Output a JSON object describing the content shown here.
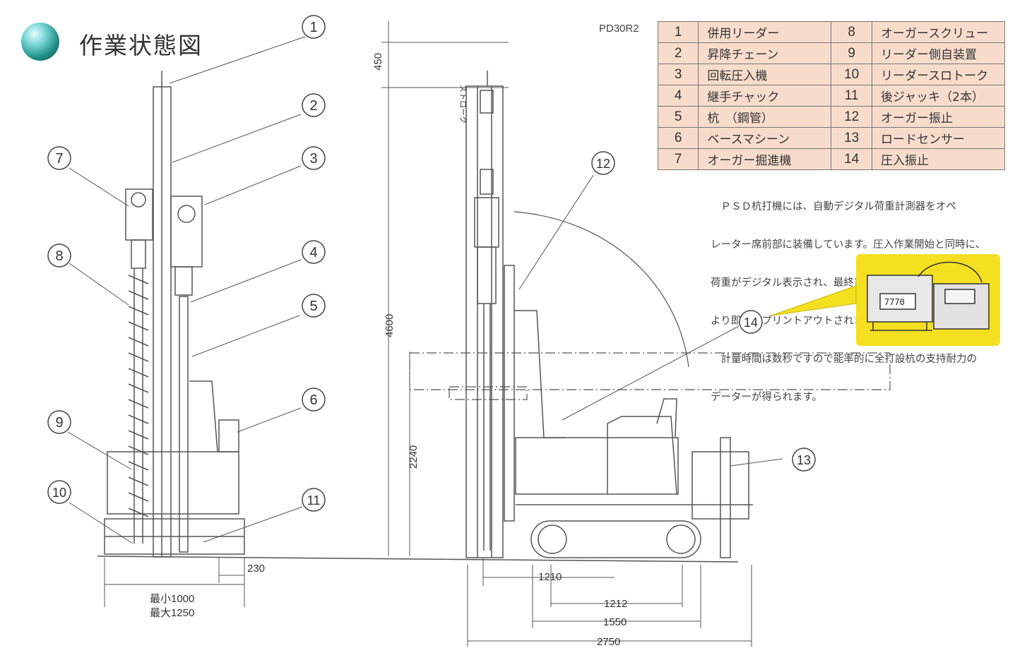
{
  "title": "作業状態図",
  "model": "PD30R2",
  "legend": [
    {
      "n1": "1",
      "l1": "併用リーダー",
      "n2": "8",
      "l2": "オーガースクリュー"
    },
    {
      "n1": "2",
      "l1": "昇降チェーン",
      "n2": "9",
      "l2": "リーダー側自装置"
    },
    {
      "n1": "3",
      "l1": "回転圧入機",
      "n2": "10",
      "l2": "リーダースロトーク"
    },
    {
      "n1": "4",
      "l1": "継手チャック",
      "n2": "11",
      "l2": "後ジャッキ（2本）"
    },
    {
      "n1": "5",
      "l1": "杭　（鋼管）",
      "n2": "12",
      "l2": "オーガー振止"
    },
    {
      "n1": "6",
      "l1": "ベースマシーン",
      "n2": "13",
      "l2": "ロードセンサー"
    },
    {
      "n1": "7",
      "l1": "オーガー掘進機",
      "n2": "14",
      "l2": "圧入振止"
    }
  ],
  "note_lines": [
    "　ＰＳＤ杭打機には、自動デジタル荷重計測器をオペ",
    "レーター席前部に装備しています。圧入作業開始と同時に、",
    "荷重がデジタル表示され、最終貫入時の値が、プリンター",
    "より即座にプリントアウトされます。",
    "　計量時間は数秒ですので能率的に全打設杭の支持耐力の",
    "データーが得られます。"
  ],
  "display_reading": "7770",
  "callout_numbers": [
    "1",
    "2",
    "3",
    "4",
    "5",
    "6",
    "7",
    "8",
    "9",
    "10",
    "11",
    "12",
    "13",
    "14"
  ],
  "dimensions": {
    "stroke_label": "ストローク",
    "d450": "450",
    "d4600": "4600",
    "d2240": "2240",
    "d230": "230",
    "min_width": "最小1000",
    "max_width": "最大1250",
    "d1210": "1210",
    "d1212": "1212",
    "d1550": "1550",
    "d2750": "2750"
  },
  "colors": {
    "legend_bg": "#f8dccb",
    "callout_bg": "#f4e021",
    "line": "#555555",
    "sphere": "#1f8f86"
  }
}
